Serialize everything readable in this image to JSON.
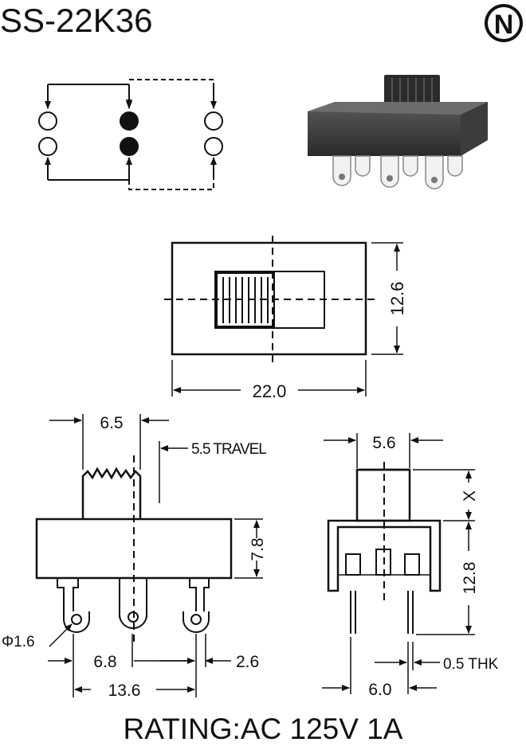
{
  "title": "SS-22K36",
  "logo_letter": "N",
  "rating": "RATING:AC 125V 1A",
  "top_view": {
    "width_dim": "22.0",
    "height_dim": "12.6"
  },
  "side_view": {
    "actuator_width": "6.5",
    "travel": "5.5 TRAVEL",
    "body_height": "7.8",
    "hole_dia": "Φ1.6",
    "pin_pitch": "6.8",
    "pin_span": "13.6",
    "edge_offset": "2.6"
  },
  "end_view": {
    "actuator_width": "5.6",
    "actuator_height": "X",
    "overall_height": "12.8",
    "pin_span": "6.0",
    "terminal_thickness": "0.5 THK"
  },
  "colors": {
    "line": "#111111",
    "body": "#3a3a3a",
    "background": "#ffffff"
  }
}
